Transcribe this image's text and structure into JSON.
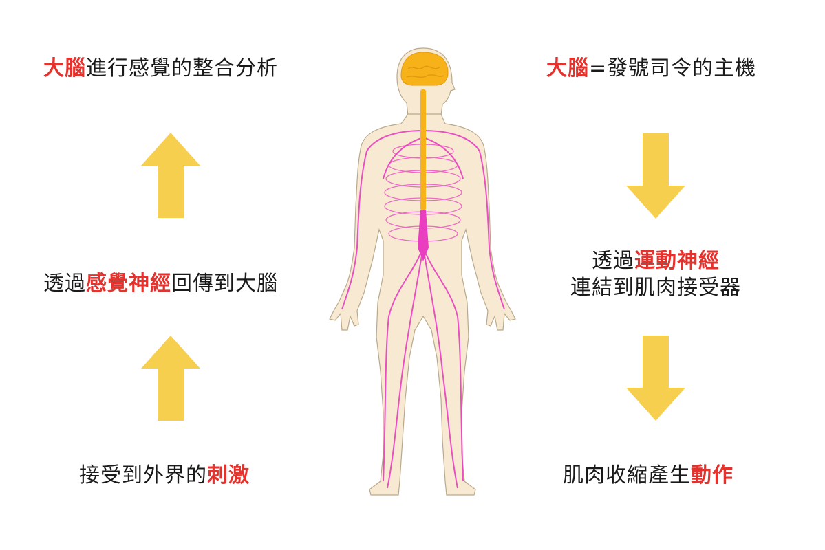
{
  "left": {
    "top_hl": "大腦",
    "top_rest": "進行感覺的整合分析",
    "middle_pre": "透過",
    "middle_hl": "感覺神經",
    "middle_post": "回傳到大腦",
    "bottom_pre": "接受到外界的",
    "bottom_hl": "刺激"
  },
  "right": {
    "top_hl": "大腦",
    "top_rest": "=發號司令的主機",
    "middle_line1_pre": "透過",
    "middle_line1_hl": "運動神經",
    "middle_line2": "連結到肌肉接受器",
    "bottom_pre": "肌肉收縮產生",
    "bottom_hl": "動作"
  },
  "colors": {
    "highlight": "#e5322d",
    "arrow": "#f7cf4f",
    "skin": "#f8ead2",
    "nerve": "#e93ec0",
    "brain": "#f7b21a"
  },
  "arrows": {
    "left_direction": "up",
    "right_direction": "down"
  }
}
